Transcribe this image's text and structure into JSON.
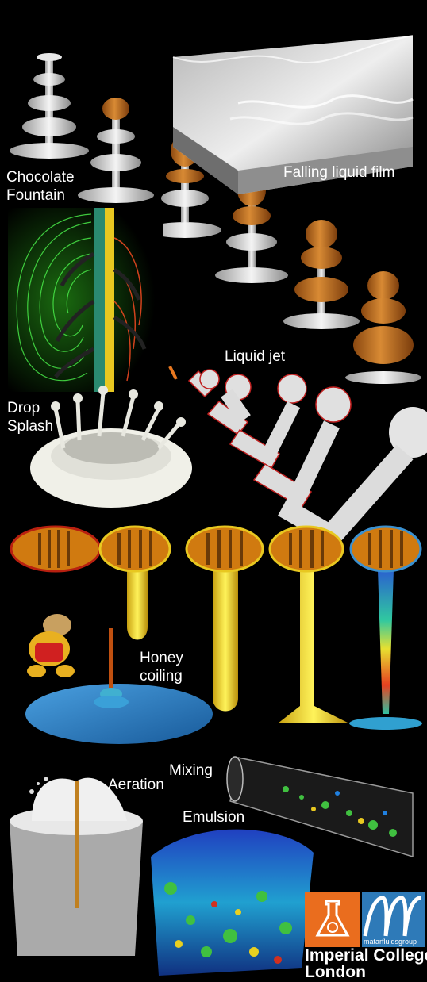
{
  "labels": {
    "chocolate_fountain": {
      "line1": "Chocolate",
      "line2": "Fountain"
    },
    "falling_liquid_film": "Falling liquid film",
    "liquid_jet": "Liquid jet",
    "drop_splash": {
      "line1": "Drop",
      "line2": "Splash"
    },
    "honey_coiling": {
      "line1": "Honey",
      "line2": "coiling"
    },
    "aeration": "Aeration",
    "mixing": "Mixing",
    "emulsion": "Emulsion"
  },
  "logos": {
    "group": "matarfluidsgroup",
    "college_line1": "Imperial College",
    "college_line2": "London"
  },
  "colors": {
    "background": "#000000",
    "chocolate": "#c0701e",
    "silver": "#d8d8d8",
    "honey_yellow": "#f2d21a",
    "puddle_blue": "#2a7fc4",
    "imperial_orange": "#ea6d1e",
    "matar_blue": "#2e7ab8"
  }
}
